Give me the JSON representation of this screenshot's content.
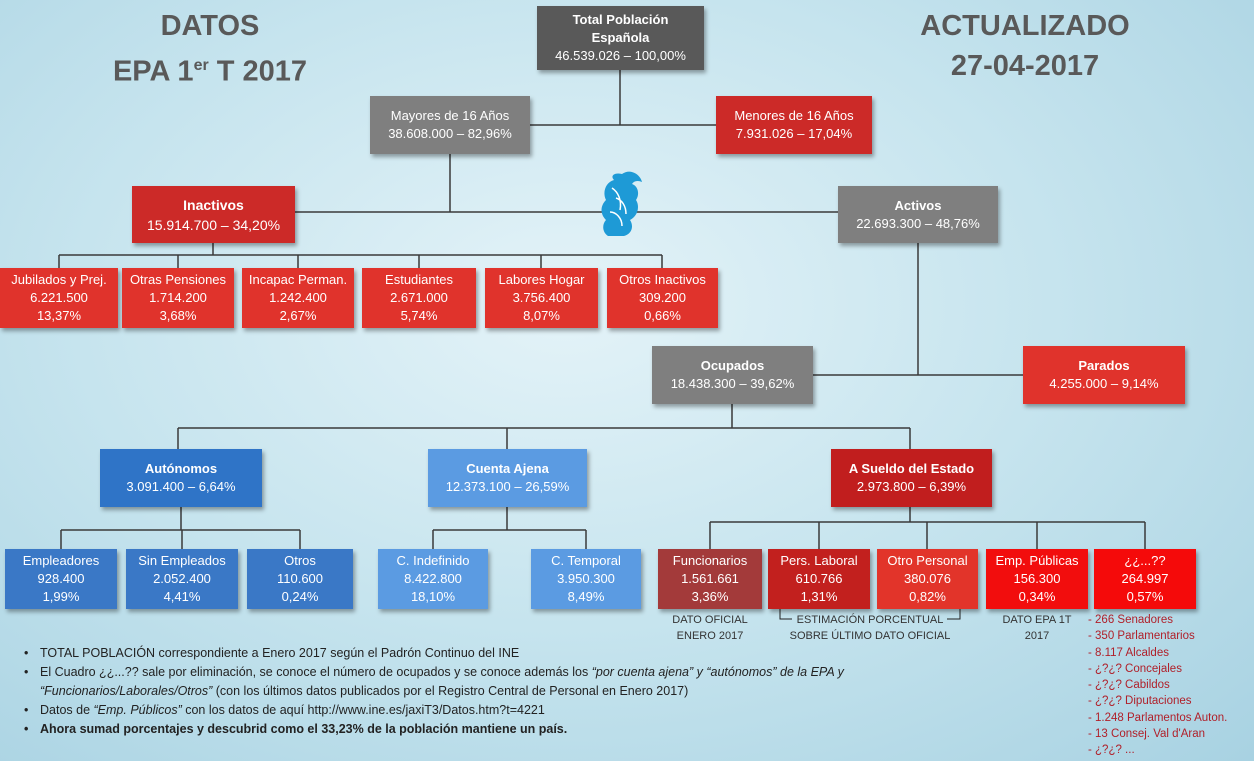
{
  "title_left": {
    "line1": "DATOS",
    "line2_a": "EPA 1",
    "line2_sup": "er",
    "line2_b": " T 2017"
  },
  "title_right": {
    "line1": "ACTUALIZADO",
    "line2": "27-04-2017"
  },
  "total": {
    "label1": "Total Población",
    "label2": "Española",
    "value": "46.539.026 – 100,00%"
  },
  "mayores": {
    "label": "Mayores de 16 Años",
    "value": "38.608.000 – 82,96%"
  },
  "menores": {
    "label": "Menores de 16 Años",
    "value": "7.931.026 – 17,04%"
  },
  "inactivos": {
    "label": "Inactivos",
    "value": "15.914.700  –  34,20%"
  },
  "activos": {
    "label": "Activos",
    "value": "22.693.300  – 48,76%"
  },
  "inactive_groups": [
    {
      "label": "Jubilados y Prej.",
      "value": "6.221.500",
      "pct": "13,37%"
    },
    {
      "label": "Otras Pensiones",
      "value": "1.714.200",
      "pct": "3,68%"
    },
    {
      "label": "Incapac Perman.",
      "value": "1.242.400",
      "pct": "2,67%"
    },
    {
      "label": "Estudiantes",
      "value": "2.671.000",
      "pct": "5,74%"
    },
    {
      "label": "Labores Hogar",
      "value": "3.756.400",
      "pct": "8,07%"
    },
    {
      "label": "Otros Inactivos",
      "value": "309.200",
      "pct": "0,66%"
    }
  ],
  "ocupados": {
    "label": "Ocupados",
    "value": "18.438.300  – 39,62%"
  },
  "parados": {
    "label": "Parados",
    "value": "4.255.000 –  9,14%"
  },
  "autonomos": {
    "label": "Autónomos",
    "value": "3.091.400 – 6,64%"
  },
  "cuenta_ajena": {
    "label": "Cuenta Ajena",
    "value": "12.373.100 – 26,59%"
  },
  "sueldo_estado": {
    "label": "A Sueldo del Estado",
    "value": "2.973.800 – 6,39%"
  },
  "autonomo_groups": [
    {
      "label": "Empleadores",
      "value": "928.400",
      "pct": "1,99%"
    },
    {
      "label": "Sin Empleados",
      "value": "2.052.400",
      "pct": "4,41%"
    },
    {
      "label": "Otros",
      "value": "110.600",
      "pct": "0,24%"
    }
  ],
  "ajena_groups": [
    {
      "label": "C. Indefinido",
      "value": "8.422.800",
      "pct": "18,10%"
    },
    {
      "label": "C. Temporal",
      "value": "3.950.300",
      "pct": "8,49%"
    }
  ],
  "estado_groups": [
    {
      "label": "Funcionarios",
      "value": "1.561.661",
      "pct": "3,36%"
    },
    {
      "label": "Pers. Laboral",
      "value": "610.766",
      "pct": "1,31%"
    },
    {
      "label": "Otro Personal",
      "value": "380.076",
      "pct": "0,82%"
    },
    {
      "label": "Emp. Públicas",
      "value": "156.300",
      "pct": "0,34%"
    },
    {
      "label": "¿¿...??",
      "value": "264.997",
      "pct": "0,57%"
    }
  ],
  "notes": {
    "dato_oficial": [
      "DATO OFICIAL",
      "ENERO 2017"
    ],
    "estimacion": [
      "ESTIMACIÓN PORCENTUAL",
      "SOBRE ÚLTIMO DATO OFICIAL"
    ],
    "dato_epa": [
      "DATO EPA 1T",
      "2017"
    ]
  },
  "cargos": [
    "- 266 Senadores",
    "- 350 Parlamentarios",
    "- 8.117 Alcaldes",
    "- ¿?¿? Concejales",
    "- ¿?¿? Cabildos",
    "- ¿?¿? Diputaciones",
    "- 1.248 Parlamentos Auton.",
    "- 13 Consej. Val d'Aran",
    "- ¿?¿? ..."
  ],
  "bullets": {
    "b1": "TOTAL POBLACIÓN correspondiente a Enero 2017 según el Padrón Continuo del INE",
    "b2a": "El Cuadro ¿¿...?? sale por eliminación, se conoce el número de ocupados y se conoce además los ",
    "b2b": "“por cuenta ajena” y “autónomos” de la EPA  y “Funcionarios/Laborales/Otros”",
    "b2c": " (con los últimos datos publicados por el Registro Central de Personal en Enero 2017)",
    "b3a": "Datos de ",
    "b3b": "“Emp. Públicos”",
    "b3c": " con los datos de aquí http://www.ine.es/jaxiT3/Datos.htm?t=4221",
    "b4": "Ahora sumad porcentajes y descubrid como el 33,23% de la población mantiene un país."
  }
}
